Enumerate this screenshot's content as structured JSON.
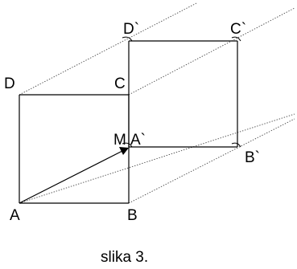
{
  "figure": {
    "colors": {
      "line": "#000000",
      "dotted": "#444444",
      "background": "#ffffff"
    },
    "labels": {
      "A": "A",
      "B": "B",
      "C": "C",
      "D": "D",
      "M": "M",
      "A_prime": "A`",
      "B_prime": "B`",
      "C_prime": "C`",
      "D_prime": "D`"
    },
    "caption": "slika 3."
  }
}
